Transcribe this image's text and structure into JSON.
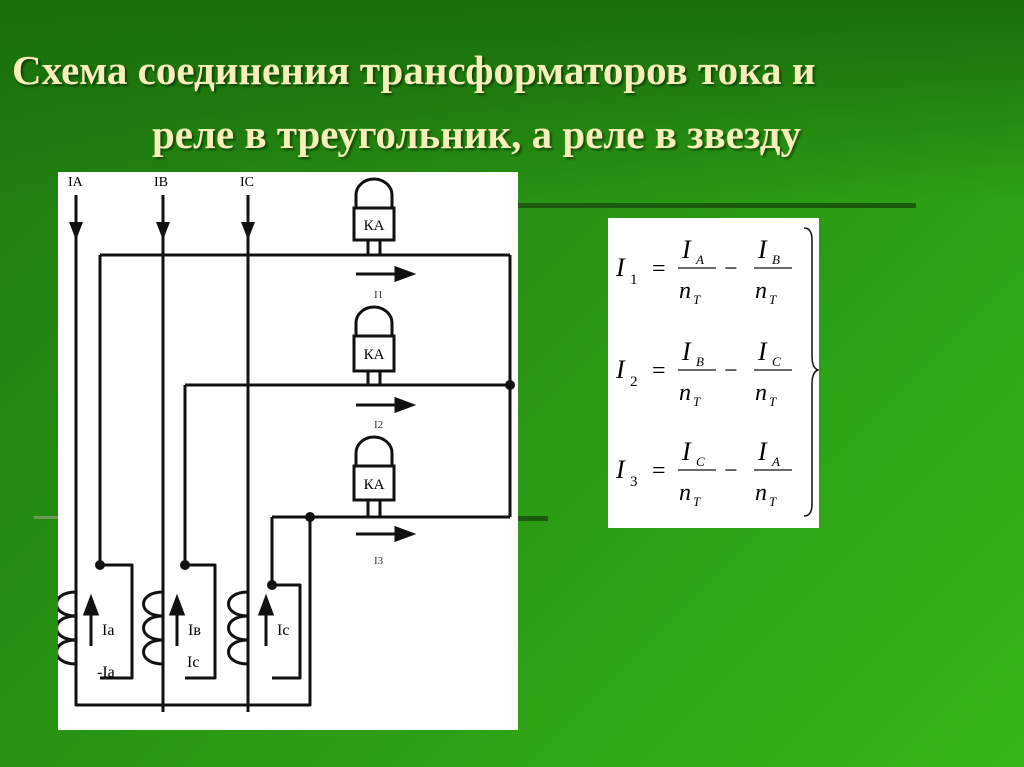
{
  "slide": {
    "title_line1": "Схема соединения трансформаторов тока и",
    "title_line2": "реле в треугольник, а реле в звезду"
  },
  "colors": {
    "background": "#2a9a14",
    "title_text": "#f6f0b8",
    "wire": "#111111",
    "panel": "#ffffff"
  },
  "diagram": {
    "phase_labels": [
      "IA",
      "IB",
      "IC"
    ],
    "relay_label": "КА",
    "relay_count": 3,
    "relay_currents": [
      "I1",
      "I2",
      "I3"
    ],
    "ct_currents": [
      "Ia",
      "Iв",
      "Ic"
    ],
    "ct_return_labels": [
      "-Ia",
      "Ic"
    ]
  },
  "formulas": [
    {
      "lhs": "I",
      "lhs_sub": "1",
      "a": "I",
      "a_sub": "A",
      "b": "I",
      "b_sub": "B",
      "den": "n",
      "den_sub": "T"
    },
    {
      "lhs": "I",
      "lhs_sub": "2",
      "a": "I",
      "a_sub": "B",
      "b": "I",
      "b_sub": "C",
      "den": "n",
      "den_sub": "T"
    },
    {
      "lhs": "I",
      "lhs_sub": "3",
      "a": "I",
      "a_sub": "C",
      "b": "I",
      "b_sub": "A",
      "den": "n",
      "den_sub": "T"
    }
  ]
}
